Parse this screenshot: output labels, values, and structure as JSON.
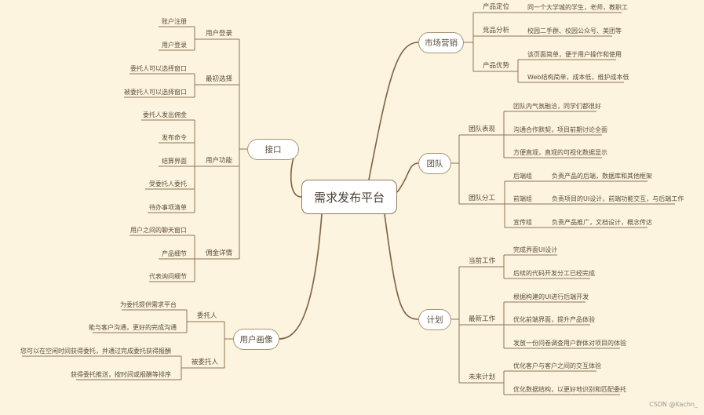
{
  "center": "需求发布平台",
  "left": {
    "interface": {
      "label": "接口",
      "groups": [
        {
          "label": "用户登录",
          "items": [
            "账户注册",
            "用户登录"
          ]
        },
        {
          "label": "最初选择",
          "items": [
            "委托人可以选择窗口",
            "被委托人可以选择窗口"
          ]
        },
        {
          "label": "用户功能",
          "items": [
            "委托人发出佣金",
            "发布命令",
            "结算界面",
            "受委托人委托",
            "待办事项清单"
          ]
        },
        {
          "label": "佣金详情",
          "items": [
            "用户之间的聊天窗口",
            "产品细节",
            "代表询问细节"
          ]
        }
      ]
    },
    "persona": {
      "label": "用户画像",
      "groups": [
        {
          "label": "委托人",
          "items": [
            "为委托提供需求平台",
            "能与客户沟通，更好的完成沟通"
          ]
        },
        {
          "label": "被委托人",
          "items": [
            "您可以在空闲时间获得委托，并通过完成委托获得报酬",
            "获得委托推送，按时间或报酬等排序"
          ]
        }
      ]
    }
  },
  "right": {
    "market": {
      "label": "市场营销",
      "groups": [
        {
          "label": "产品定位",
          "items": [
            "同一个大学城的学生，老师，教职工"
          ]
        },
        {
          "label": "竞品分析",
          "items": [
            "校园二手群、校园公众号、美团等"
          ]
        },
        {
          "label": "产品优势",
          "items": [
            "该页面简单，便于用户操作和使用",
            "Web结构简单，成本低，维护成本低"
          ]
        }
      ]
    },
    "team": {
      "label": "团队",
      "groups": [
        {
          "label": "团队表现",
          "items": [
            "团队内气氛融洽，同学们都很好",
            "沟通合作默契，项目前期讨论全面",
            "方便直观，直观的可视化数据显示"
          ]
        },
        {
          "label": "团队分工",
          "items": [
            {
              "name": "后端组",
              "desc": "负责产品的后端，数据库和其他框架"
            },
            {
              "name": "前端组",
              "desc": "负责项目的UI设计，前端功能交互，与后端工作"
            },
            {
              "name": "宣传组",
              "desc": "负责产品推广，文档设计，概念传达"
            }
          ]
        }
      ]
    },
    "plan": {
      "label": "计划",
      "groups": [
        {
          "label": "当前工作",
          "items": [
            "完成界面UI设计",
            "后续的代码开发分工已经完成"
          ]
        },
        {
          "label": "最新工作",
          "items": [
            "根据构建的UI进行后端开发",
            "优化前端界面，提升产品体验",
            "发放一份问卷调查用户群体对项目的体验"
          ]
        },
        {
          "label": "未来计划",
          "items": [
            "优化客户与客户之间的交互体验",
            "优化数据结构，以更好地识别和匹配委托"
          ]
        }
      ]
    }
  },
  "watermark": "CSDN @Kachn_"
}
